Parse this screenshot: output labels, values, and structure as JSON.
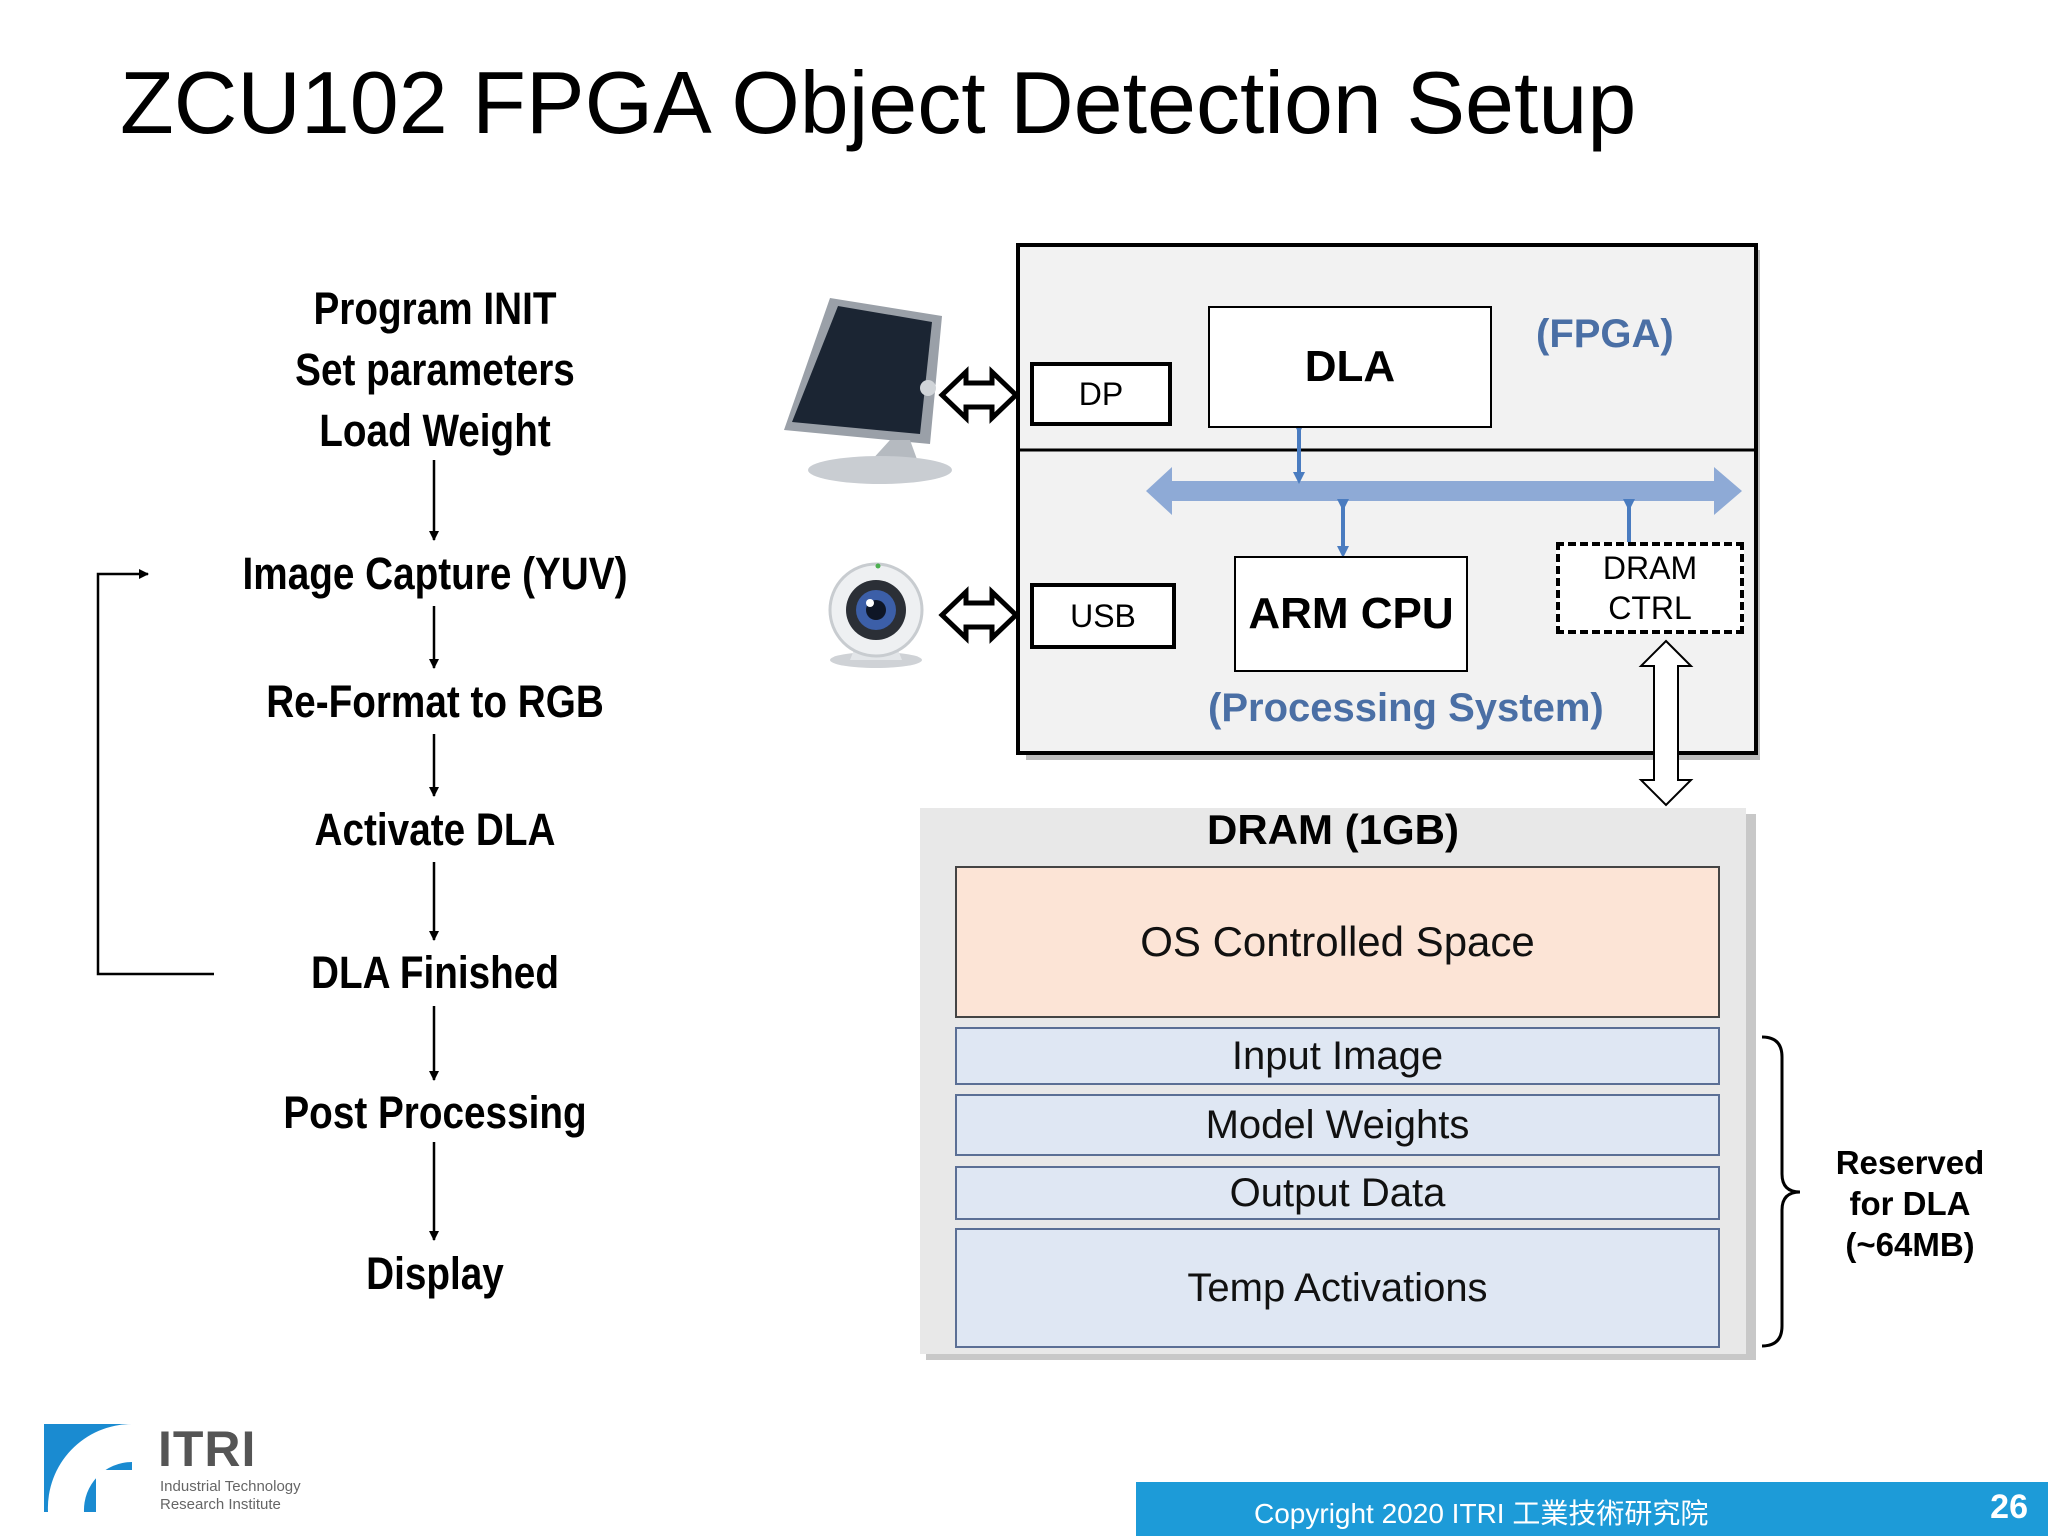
{
  "title": "ZCU102 FPGA Object Detection Setup",
  "flow": {
    "init_lines": [
      "Program INIT",
      "Set parameters",
      "Load Weight"
    ],
    "steps": [
      "Image Capture (YUV)",
      "Re-Format to RGB",
      "Activate DLA",
      "DLA Finished",
      "Post Processing",
      "Display"
    ]
  },
  "system": {
    "fpga_label": "(FPGA)",
    "ps_label": "(Processing System)",
    "dla": "DLA",
    "dp": "DP",
    "usb": "USB",
    "arm_cpu": "ARM CPU",
    "dram_ctrl_line1": "DRAM",
    "dram_ctrl_line2": "CTRL"
  },
  "dram": {
    "title": "DRAM (1GB)",
    "os_space": "OS Controlled Space",
    "regions": [
      "Input Image",
      "Model Weights",
      "Output Data",
      "Temp Activations"
    ],
    "reserved_lines": [
      "Reserved",
      "for DLA",
      "(~64MB)"
    ]
  },
  "logo": {
    "name": "ITRI",
    "sub1": "Industrial Technology",
    "sub2": "Research Institute"
  },
  "footer": {
    "copyright": "Copyright 2020  ITRI  工業技術研究院",
    "page_number": "26"
  },
  "colors": {
    "footer_bar": "#1d9bd8",
    "os_space": "#fce4d6",
    "region": "#dfe7f3",
    "bus": "#8eaad6",
    "blue_label": "#4a6fa5"
  }
}
